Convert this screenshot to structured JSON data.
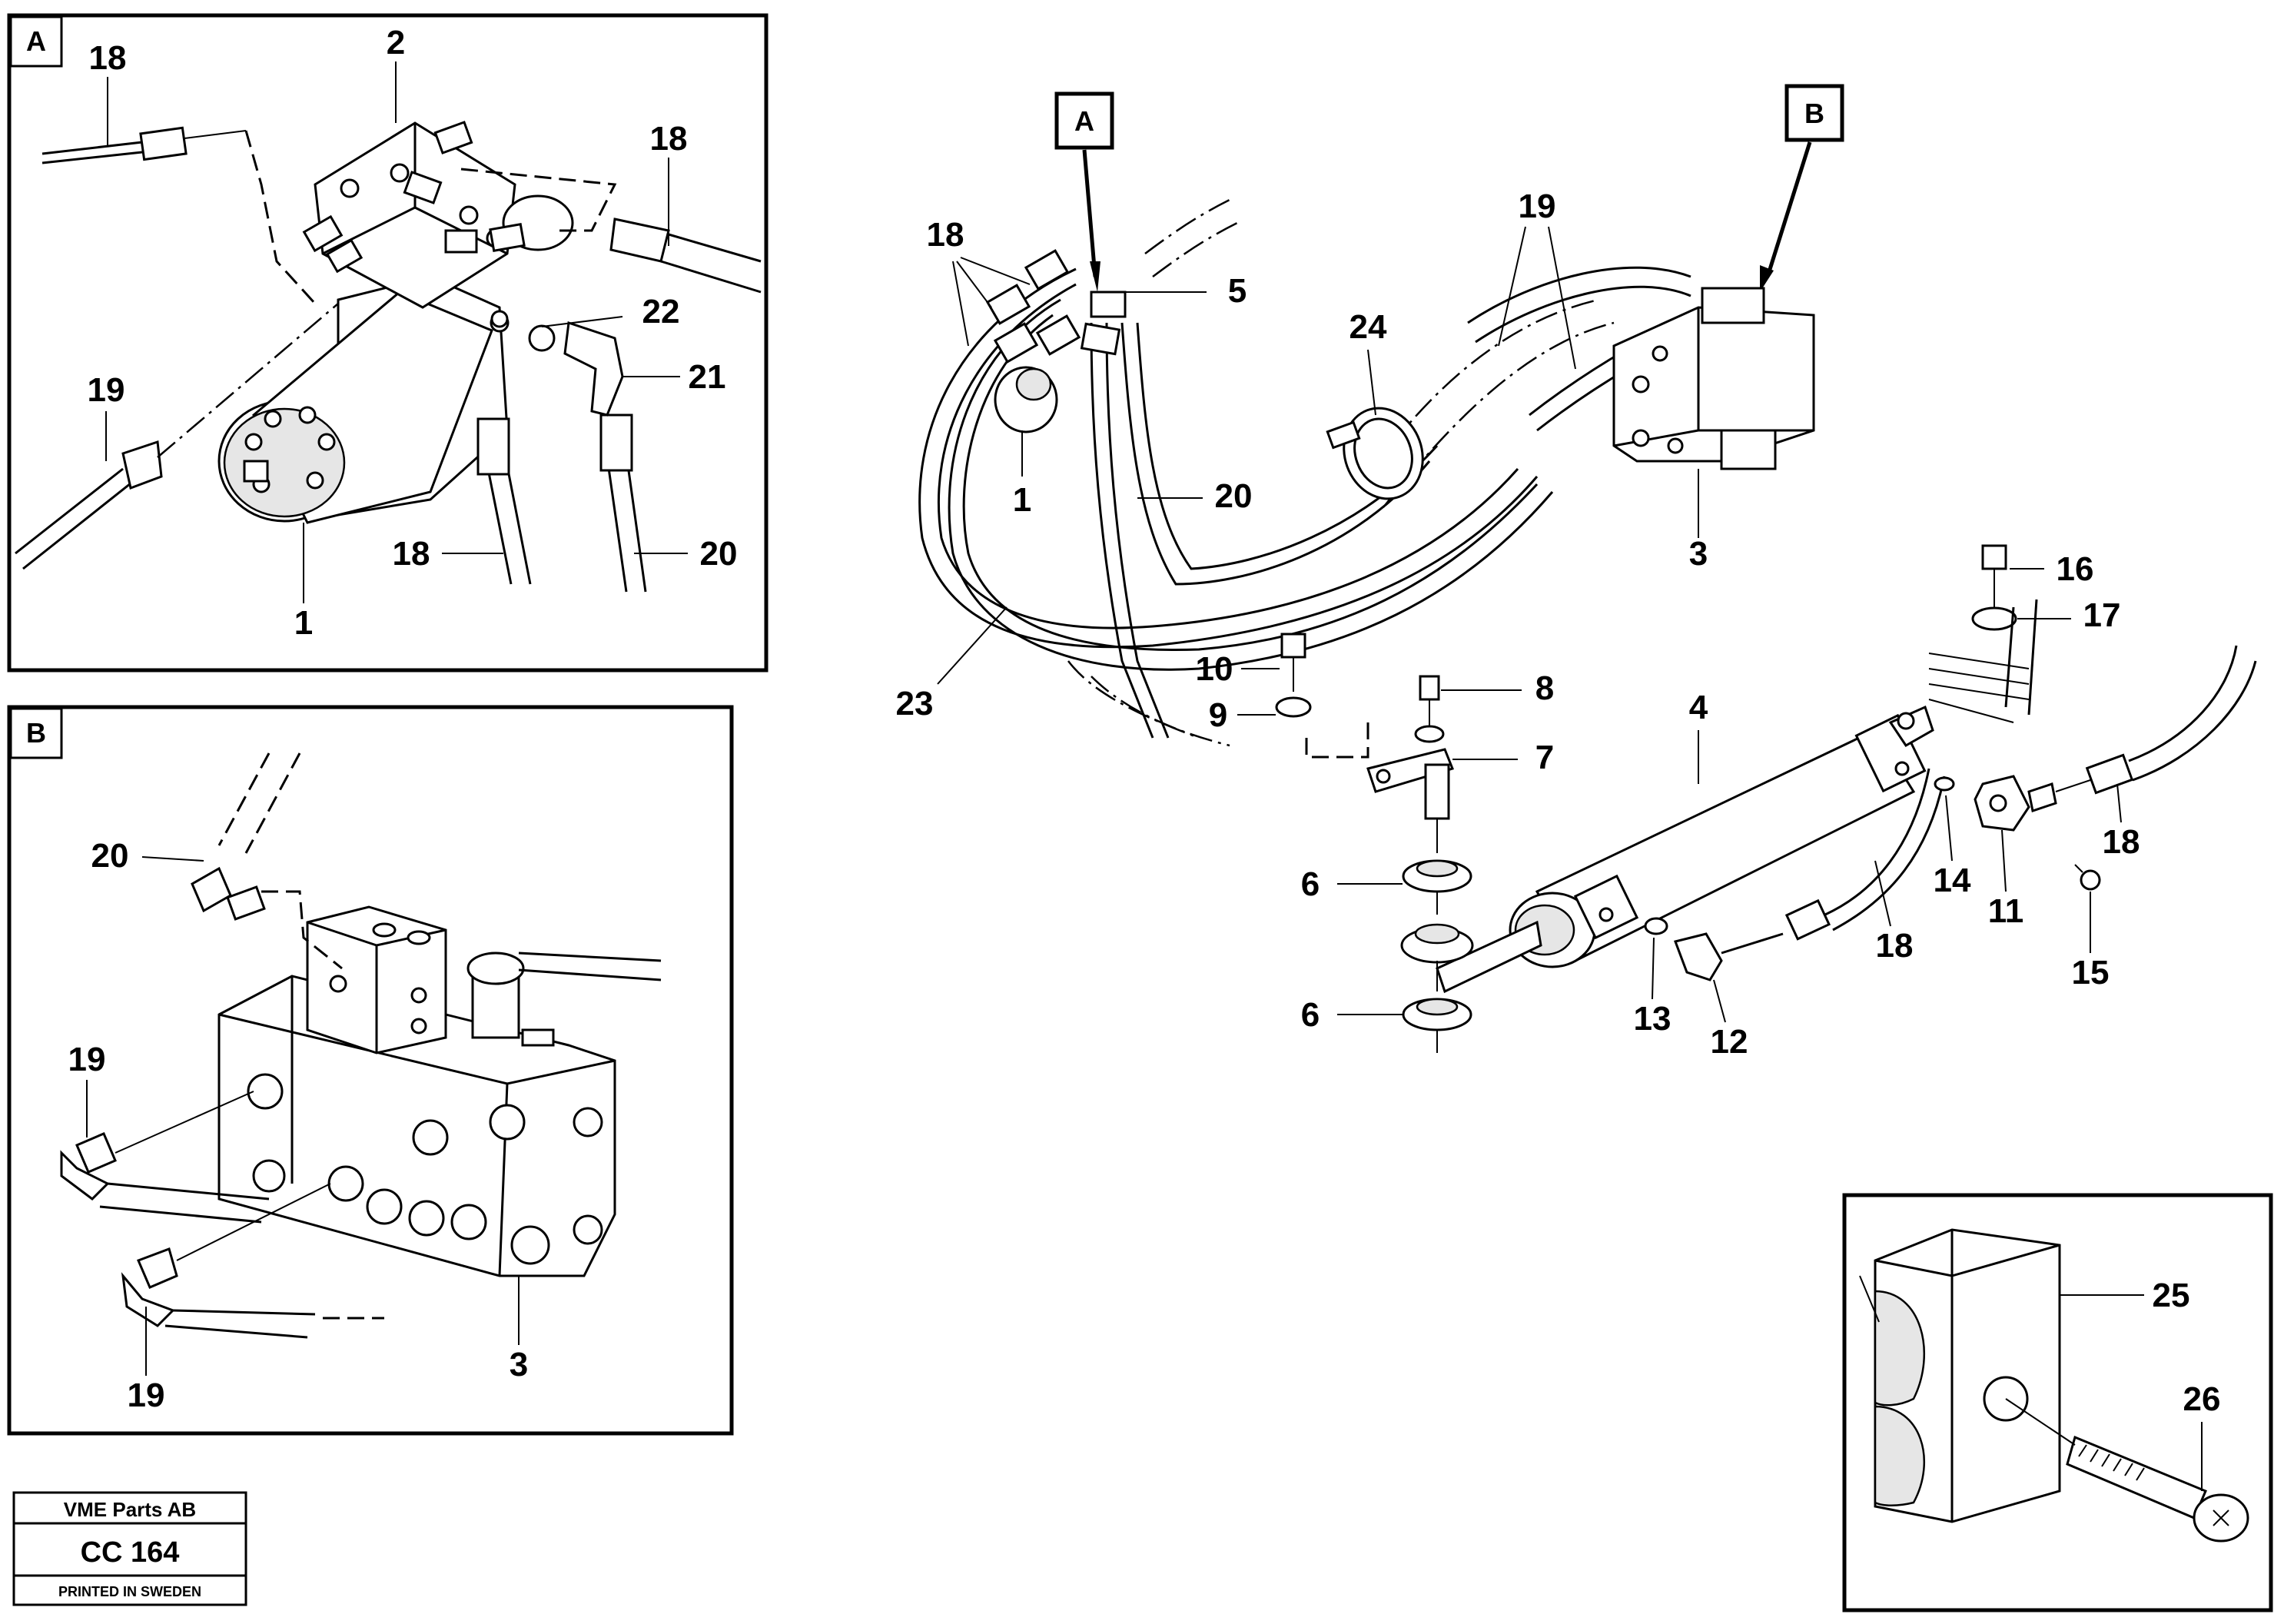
{
  "detail_labels": {
    "a": "A",
    "b": "B"
  },
  "callouts": {
    "a_18_top_left": "18",
    "a_2": "2",
    "a_18_top_right": "18",
    "a_22": "22",
    "a_21": "21",
    "a_19": "19",
    "a_18_bottom": "18",
    "a_20": "20",
    "a_1": "1",
    "b_20": "20",
    "b_19_top": "19",
    "b_19_bottom": "19",
    "b_3": "3",
    "m_18": "18",
    "m_5": "5",
    "m_19": "19",
    "m_24": "24",
    "m_1": "1",
    "m_20": "20",
    "m_3": "3",
    "m_23": "23",
    "m_16": "16",
    "m_17": "17",
    "m_10": "10",
    "m_9": "9",
    "m_8": "8",
    "m_7": "7",
    "m_4": "4",
    "m_6_top": "6",
    "m_6_bottom": "6",
    "m_13": "13",
    "m_12": "12",
    "m_18_lower": "18",
    "m_14": "14",
    "m_11": "11",
    "m_18_right": "18",
    "m_15": "15",
    "c_25": "25",
    "c_26": "26"
  },
  "title_block": {
    "company": "VME Parts AB",
    "code": "CC 164",
    "printed": "PRINTED IN SWEDEN"
  }
}
